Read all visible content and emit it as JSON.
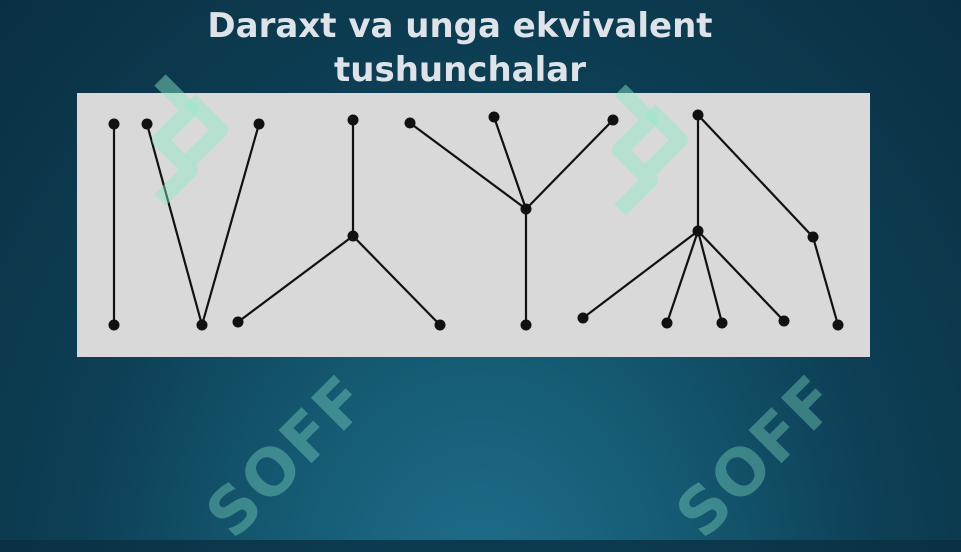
{
  "title": {
    "line1": "Daraxt va unga ekvivalent",
    "line2": "tushunchalar"
  },
  "watermark": {
    "text": "SOFF"
  },
  "colors": {
    "panel": "#d9d9d9",
    "node": "#111111",
    "edge": "#111111",
    "watermark": "#8cebc8"
  }
}
